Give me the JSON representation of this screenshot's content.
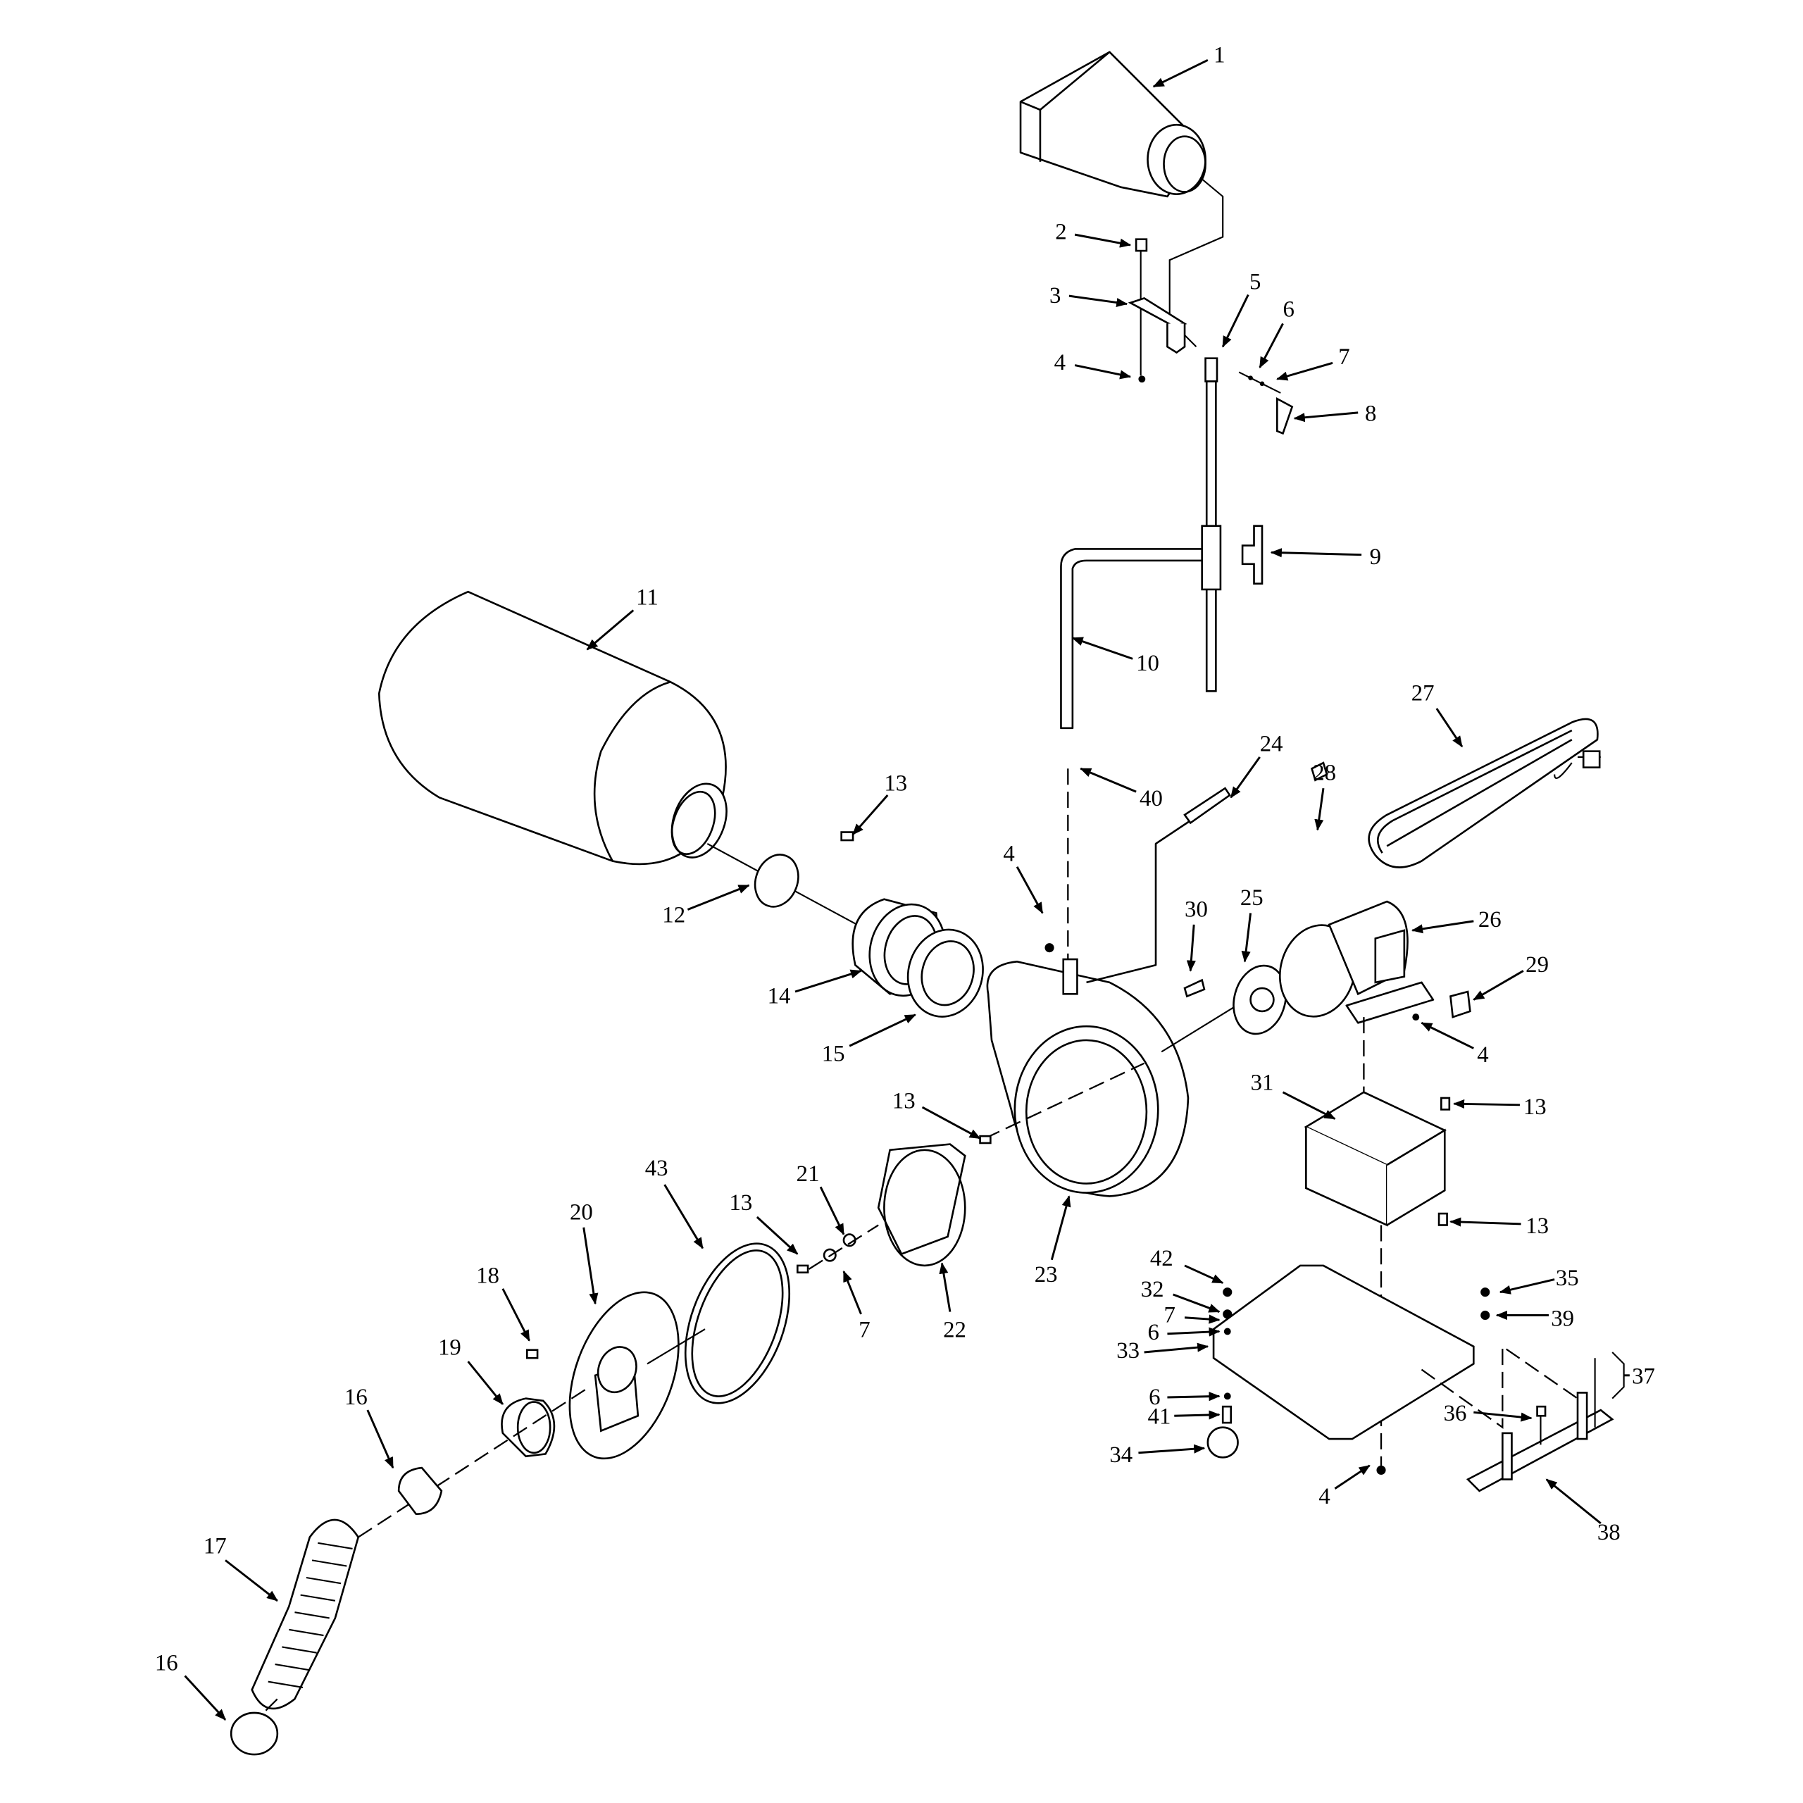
{
  "diagram": {
    "type": "exploded parts diagram",
    "callouts": [
      "1",
      "2",
      "3",
      "4",
      "5",
      "6",
      "7",
      "8",
      "9",
      "10",
      "11",
      "12",
      "13",
      "4",
      "30",
      "25",
      "26",
      "27",
      "28",
      "24",
      "40",
      "29",
      "4",
      "31",
      "13",
      "13",
      "14",
      "15",
      "13",
      "23",
      "43",
      "20",
      "21",
      "13",
      "7",
      "22",
      "18",
      "19",
      "16",
      "17",
      "16",
      "42",
      "32",
      "7",
      "6",
      "33",
      "6",
      "41",
      "34",
      "4",
      "35",
      "39",
      "37",
      "36",
      "38"
    ]
  }
}
